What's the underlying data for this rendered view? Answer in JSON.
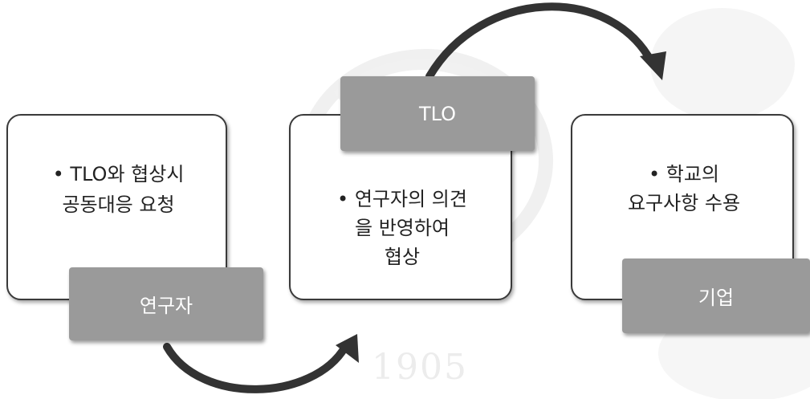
{
  "watermark": {
    "year": "1905"
  },
  "stages": [
    {
      "tag": "연구자",
      "lines": [
        "• TLO와 협상시",
        "공동대응 요청"
      ]
    },
    {
      "tag": "TLO",
      "lines": [
        "• 연구자의 의견",
        "을 반영하여",
        "협상"
      ]
    },
    {
      "tag": "기업",
      "lines": [
        "• 학교의",
        "요구사항 수용"
      ]
    }
  ],
  "colors": {
    "tag_fill": "#9a9a9a",
    "box_border": "#3a3a3a",
    "arrow": "#333333",
    "text": "#222222"
  }
}
